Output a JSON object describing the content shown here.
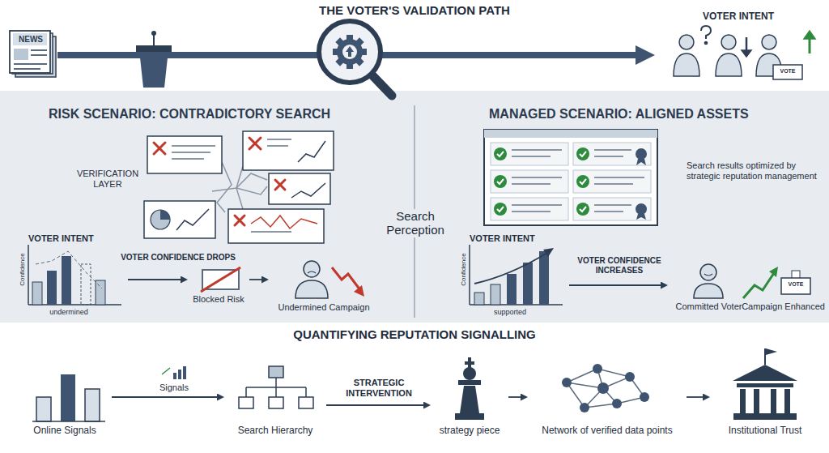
{
  "diagram": {
    "title": "THE VOTER'S VALIDATION PATH",
    "nodes": [
      {
        "text": [
          "NEWS"
        ]
      },
      {
        "text": [
          "VOTER INTENT",
          "VOTE"
        ]
      },
      {
        "text": [
          "RISK SCENARIO: CONTRADICTORY SEARCH"
        ]
      },
      {
        "text": [
          "VOTER INTENT",
          "Confidence",
          "undermined"
        ],
        "in": 2
      },
      {
        "text": [
          "Blocked Risk"
        ],
        "in": 2
      },
      {
        "text": [
          "Undermined Campaign"
        ],
        "in": 2
      },
      {
        "text": [
          "MANAGED SCENARIO: ALIGNED ASSETS"
        ]
      },
      {
        "text": [
          "VOTER INTENT",
          "Confidence",
          "supported"
        ],
        "in": 6
      },
      {
        "text": [
          "Committed Voter"
        ],
        "in": 6
      },
      {
        "text": [
          "VOTE",
          "Campaign Enhanced"
        ],
        "in": 6
      },
      {
        "text": [
          "Online Signals"
        ]
      },
      {
        "text": [
          "Search Hierarchy"
        ]
      },
      {
        "text": [
          "strategy piece"
        ]
      },
      {
        "text": [
          "Network of verified data points"
        ]
      },
      {
        "text": [
          "Institutional Trust"
        ]
      }
    ],
    "edges": [
      {
        "from": 0,
        "to": 1,
        "arrow": "to"
      },
      {
        "from": 3,
        "to": 4,
        "label": "VOTER CONFIDENCE DROPS",
        "arrow": "to"
      },
      {
        "from": 4,
        "to": 5,
        "arrow": "to"
      },
      {
        "from": 7,
        "to": 8,
        "label": "VOTER CONFIDENCE INCREASES",
        "arrow": "to"
      },
      {
        "from": 10,
        "to": 11,
        "label": "Signals",
        "arrow": "to"
      },
      {
        "from": 11,
        "to": 12,
        "label": "STRATEGIC INTERVENTION",
        "arrow": "to"
      },
      {
        "from": 12,
        "to": 13,
        "arrow": "to"
      },
      {
        "from": 13,
        "to": 14,
        "arrow": "to"
      }
    ],
    "labels": [
      "VERIFICATION LAYER",
      "Search Perception",
      "Search results optimized by strategic reputation management",
      "QUANTIFYING REPUTATION SIGNALLING"
    ]
  }
}
